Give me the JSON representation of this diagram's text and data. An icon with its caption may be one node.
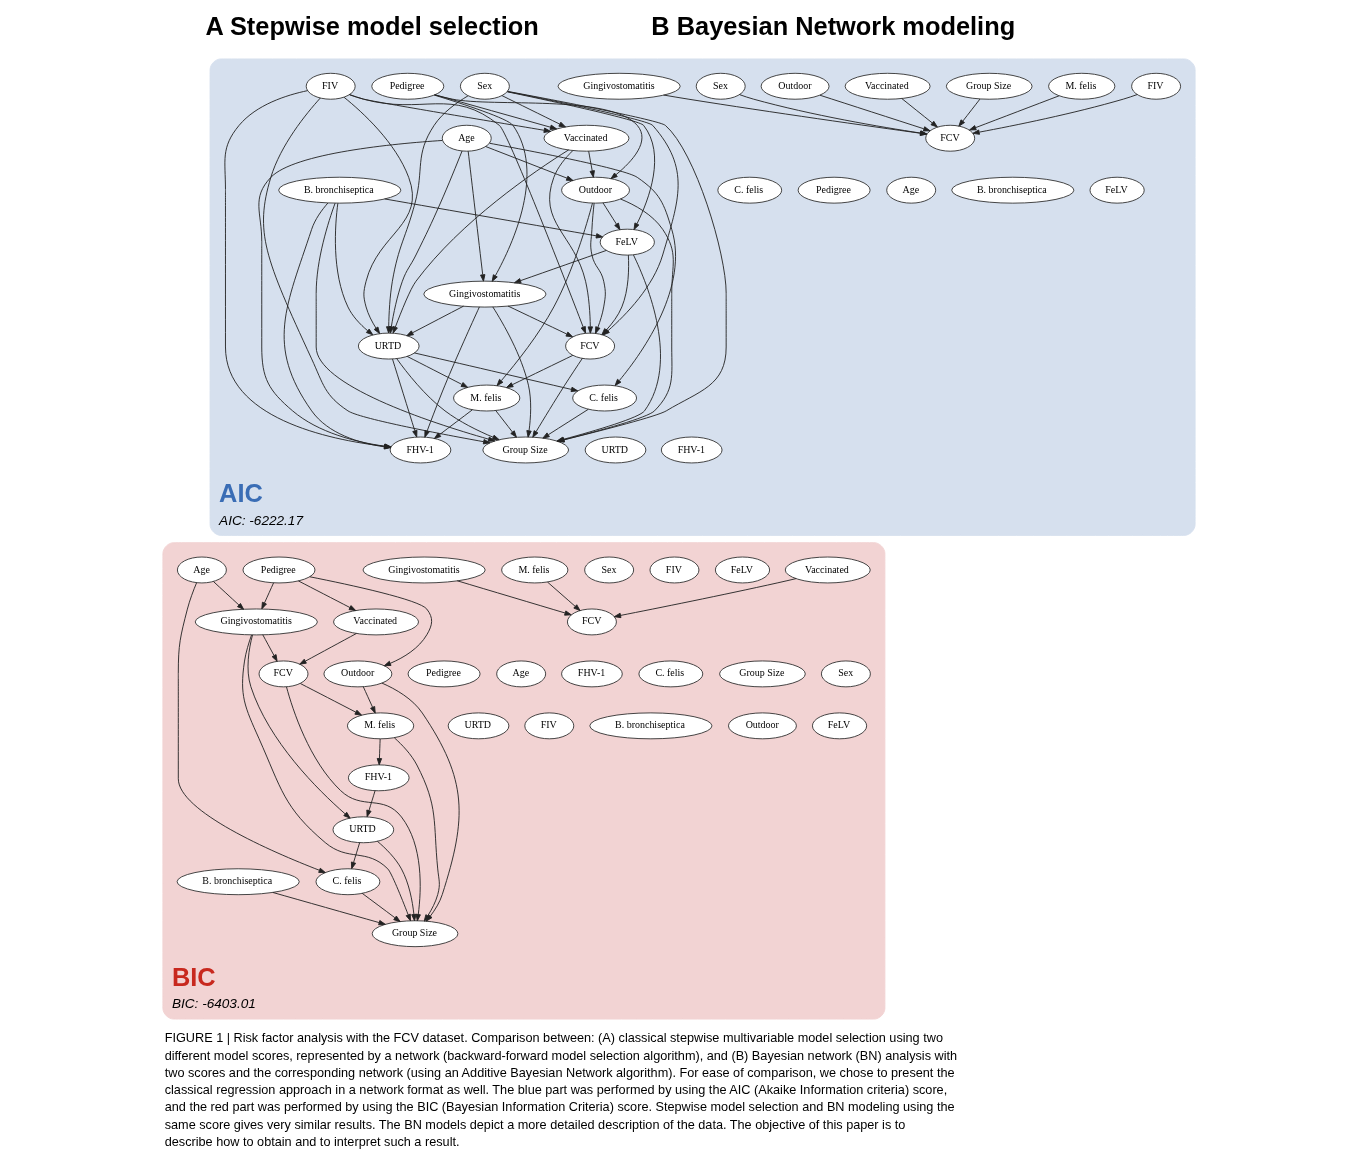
{
  "diagram": {
    "caption": "FIGURE 1 | Risk factor analysis with the FCV dataset. Comparison between: (A) classical stepwise multivariable model selection using two different model scores, represented by a network (backward-forward model selection algorithm), and (B) Bayesian network (BN) analysis with two scores and the corresponding network (using an Additive Bayesian Network algorithm). For ease of comparison, we chose to present the classical regression approach in a network format as well. The blue part was performed by using the AIC (Akaike Information criteria) score, and the red part was performed by using the BIC (Bayesian Information Criteria) score. Stepwise model selection and BN modeling using the same score gives very similar results. The BN models depict a more detailed description of the data. The objective of this paper is to describe how to obtain and to interpret such a result.",
    "nodes": [
      {
        "text": [
          "AIC",
          "AIC: -6222.17"
        ]
      },
      {
        "text": [
          "M. felis"
        ],
        "in": 0
      },
      {
        "text": [
          "Group Size"
        ],
        "in": 0
      },
      {
        "text": [
          "Sex"
        ],
        "in": 0
      },
      {
        "text": [
          "Vaccinated"
        ],
        "in": 0
      },
      {
        "text": [
          "Outdoor"
        ],
        "in": 0
      },
      {
        "text": [
          "FIV"
        ],
        "in": 0
      },
      {
        "text": [
          "Gingivostomatitis"
        ],
        "in": 0
      },
      {
        "text": [
          "FCV"
        ],
        "in": 0
      },
      {
        "text": [
          "FHV-1"
        ],
        "in": 0
      },
      {
        "text": [
          "C. felis"
        ],
        "in": 0
      },
      {
        "text": [
          "Pedigree"
        ],
        "in": 0
      },
      {
        "text": [
          "Age"
        ],
        "in": 0
      },
      {
        "text": [
          "B. bronchiseptica"
        ],
        "in": 0
      },
      {
        "text": [
          "FeLV"
        ],
        "in": 0
      },
      {
        "text": [
          "URTD"
        ],
        "in": 0
      },
      {
        "text": [
          "Sex"
        ],
        "in": 0
      },
      {
        "text": [
          "Pedigree"
        ],
        "in": 0
      },
      {
        "text": [
          "FIV"
        ],
        "in": 0
      },
      {
        "text": [
          "Vaccinated"
        ],
        "in": 0
      },
      {
        "text": [
          "Age"
        ],
        "in": 0
      },
      {
        "text": [
          "Outdoor"
        ],
        "in": 0
      },
      {
        "text": [
          "B. bronchiseptica"
        ],
        "in": 0
      },
      {
        "text": [
          "FeLV"
        ],
        "in": 0
      },
      {
        "text": [
          "Gingivostomatitis"
        ],
        "in": 0
      },
      {
        "text": [
          "FCV"
        ],
        "in": 0
      },
      {
        "text": [
          "URTD"
        ],
        "in": 0
      },
      {
        "text": [
          "M. felis"
        ],
        "in": 0
      },
      {
        "text": [
          "C. felis"
        ],
        "in": 0
      },
      {
        "text": [
          "Group Size"
        ],
        "in": 0
      },
      {
        "text": [
          "FHV-1"
        ],
        "in": 0
      },
      {
        "text": [
          "BIC",
          "BIC: -6403.01"
        ]
      },
      {
        "text": [
          "M. felis"
        ],
        "in": 31
      },
      {
        "text": [
          "Vaccinated"
        ],
        "in": 31
      },
      {
        "text": [
          "Gingivostomatitis"
        ],
        "in": 31
      },
      {
        "text": [
          "FCV"
        ],
        "in": 31
      },
      {
        "text": [
          "FHV-1"
        ],
        "in": 31
      },
      {
        "text": [
          "C. felis"
        ],
        "in": 31
      },
      {
        "text": [
          "Group Size"
        ],
        "in": 31
      },
      {
        "text": [
          "Sex"
        ],
        "in": 31
      },
      {
        "text": [
          "Pedigree"
        ],
        "in": 31
      },
      {
        "text": [
          "Age"
        ],
        "in": 31
      },
      {
        "text": [
          "B. bronchiseptica"
        ],
        "in": 31
      },
      {
        "text": [
          "Outdoor"
        ],
        "in": 31
      },
      {
        "text": [
          "FeLV"
        ],
        "in": 31
      },
      {
        "text": [
          "FIV"
        ],
        "in": 31
      },
      {
        "text": [
          "URTD"
        ],
        "in": 31
      },
      {
        "text": [
          "Pedigree"
        ],
        "in": 31
      },
      {
        "text": [
          "Age"
        ],
        "in": 31
      },
      {
        "text": [
          "FeLV"
        ],
        "in": 31
      },
      {
        "text": [
          "FIV"
        ],
        "in": 31
      },
      {
        "text": [
          "Sex"
        ],
        "in": 31
      },
      {
        "text": [
          "Vaccinated"
        ],
        "in": 31
      },
      {
        "text": [
          "Gingivostomatitis"
        ],
        "in": 31
      },
      {
        "text": [
          "Outdoor"
        ],
        "in": 31
      },
      {
        "text": [
          "FCV"
        ],
        "in": 31
      },
      {
        "text": [
          "M. felis"
        ],
        "in": 31
      },
      {
        "text": [
          "FHV-1"
        ],
        "in": 31
      },
      {
        "text": [
          "URTD"
        ],
        "in": 31
      },
      {
        "text": [
          "B. bronchiseptica"
        ],
        "in": 31
      },
      {
        "text": [
          "C. felis"
        ],
        "in": 31
      },
      {
        "text": [
          "Group Size"
        ],
        "in": 31
      }
    ],
    "edges": [
      {
        "from": 1,
        "to": 8,
        "arrow": "to"
      },
      {
        "from": 2,
        "to": 8,
        "arrow": "to"
      },
      {
        "from": 3,
        "to": 8,
        "arrow": "to"
      },
      {
        "from": 4,
        "to": 8,
        "arrow": "to"
      },
      {
        "from": 5,
        "to": 8,
        "arrow": "to"
      },
      {
        "from": 6,
        "to": 8,
        "arrow": "to"
      },
      {
        "from": 7,
        "to": 8,
        "arrow": "to"
      },
      {
        "from": 16,
        "to": 19,
        "arrow": "to"
      },
      {
        "from": 16,
        "to": 23,
        "arrow": "to"
      },
      {
        "from": 16,
        "to": 25,
        "arrow": "to"
      },
      {
        "from": 16,
        "to": 29,
        "arrow": "to"
      },
      {
        "from": 16,
        "to": 26,
        "arrow": "to"
      },
      {
        "from": 17,
        "to": 19,
        "arrow": "to"
      },
      {
        "from": 17,
        "to": 21,
        "arrow": "to"
      },
      {
        "from": 17,
        "to": 24,
        "arrow": "to"
      },
      {
        "from": 18,
        "to": 19,
        "arrow": "to"
      },
      {
        "from": 18,
        "to": 25,
        "arrow": "to"
      },
      {
        "from": 18,
        "to": 26,
        "arrow": "to"
      },
      {
        "from": 18,
        "to": 30,
        "arrow": "to"
      },
      {
        "from": 18,
        "to": 29,
        "arrow": "to"
      },
      {
        "from": 19,
        "to": 21,
        "arrow": "to"
      },
      {
        "from": 19,
        "to": 25,
        "arrow": "to"
      },
      {
        "from": 19,
        "to": 26,
        "arrow": "to"
      },
      {
        "from": 20,
        "to": 21,
        "arrow": "to"
      },
      {
        "from": 20,
        "to": 24,
        "arrow": "to"
      },
      {
        "from": 20,
        "to": 26,
        "arrow": "to"
      },
      {
        "from": 20,
        "to": 28,
        "arrow": "to"
      },
      {
        "from": 20,
        "to": 30,
        "arrow": "to"
      },
      {
        "from": 21,
        "to": 23,
        "arrow": "to"
      },
      {
        "from": 21,
        "to": 25,
        "arrow": "to"
      },
      {
        "from": 21,
        "to": 29,
        "arrow": "to"
      },
      {
        "from": 21,
        "to": 27,
        "arrow": "to"
      },
      {
        "from": 22,
        "to": 23,
        "arrow": "to"
      },
      {
        "from": 22,
        "to": 29,
        "arrow": "to"
      },
      {
        "from": 22,
        "to": 26,
        "arrow": "to"
      },
      {
        "from": 22,
        "to": 30,
        "arrow": "to"
      },
      {
        "from": 23,
        "to": 24,
        "arrow": "to"
      },
      {
        "from": 23,
        "to": 29,
        "arrow": "to"
      },
      {
        "from": 23,
        "to": 25,
        "arrow": "to"
      },
      {
        "from": 24,
        "to": 25,
        "arrow": "to"
      },
      {
        "from": 24,
        "to": 29,
        "arrow": "to"
      },
      {
        "from": 24,
        "to": 26,
        "arrow": "to"
      },
      {
        "from": 24,
        "to": 30,
        "arrow": "to"
      },
      {
        "from": 25,
        "to": 29,
        "arrow": "to"
      },
      {
        "from": 25,
        "to": 27,
        "arrow": "to"
      },
      {
        "from": 26,
        "to": 27,
        "arrow": "to"
      },
      {
        "from": 26,
        "to": 28,
        "arrow": "to"
      },
      {
        "from": 26,
        "to": 30,
        "arrow": "to"
      },
      {
        "from": 26,
        "to": 29,
        "arrow": "to"
      },
      {
        "from": 27,
        "to": 29,
        "arrow": "to"
      },
      {
        "from": 27,
        "to": 30,
        "arrow": "to"
      },
      {
        "from": 28,
        "to": 29,
        "arrow": "to"
      },
      {
        "from": 32,
        "to": 35,
        "arrow": "to"
      },
      {
        "from": 33,
        "to": 35,
        "arrow": "to"
      },
      {
        "from": 34,
        "to": 35,
        "arrow": "to"
      },
      {
        "from": 47,
        "to": 52,
        "arrow": "to"
      },
      {
        "from": 47,
        "to": 53,
        "arrow": "to"
      },
      {
        "from": 47,
        "to": 54,
        "arrow": "to"
      },
      {
        "from": 48,
        "to": 53,
        "arrow": "to"
      },
      {
        "from": 48,
        "to": 60,
        "arrow": "to"
      },
      {
        "from": 52,
        "to": 55,
        "arrow": "to"
      },
      {
        "from": 53,
        "to": 55,
        "arrow": "to"
      },
      {
        "from": 53,
        "to": 58,
        "arrow": "to"
      },
      {
        "from": 53,
        "to": 61,
        "arrow": "to"
      },
      {
        "from": 54,
        "to": 56,
        "arrow": "to"
      },
      {
        "from": 54,
        "to": 61,
        "arrow": "to"
      },
      {
        "from": 55,
        "to": 56,
        "arrow": "to"
      },
      {
        "from": 55,
        "to": 61,
        "arrow": "to"
      },
      {
        "from": 56,
        "to": 57,
        "arrow": "to"
      },
      {
        "from": 56,
        "to": 61,
        "arrow": "to"
      },
      {
        "from": 57,
        "to": 58,
        "arrow": "to"
      },
      {
        "from": 58,
        "to": 60,
        "arrow": "to"
      },
      {
        "from": 58,
        "to": 61,
        "arrow": "to"
      },
      {
        "from": 59,
        "to": 61,
        "arrow": "to"
      },
      {
        "from": 60,
        "to": 61,
        "arrow": "to"
      }
    ],
    "labels": [
      "A Stepwise model selection",
      "B Bayesian Network modeling"
    ]
  }
}
